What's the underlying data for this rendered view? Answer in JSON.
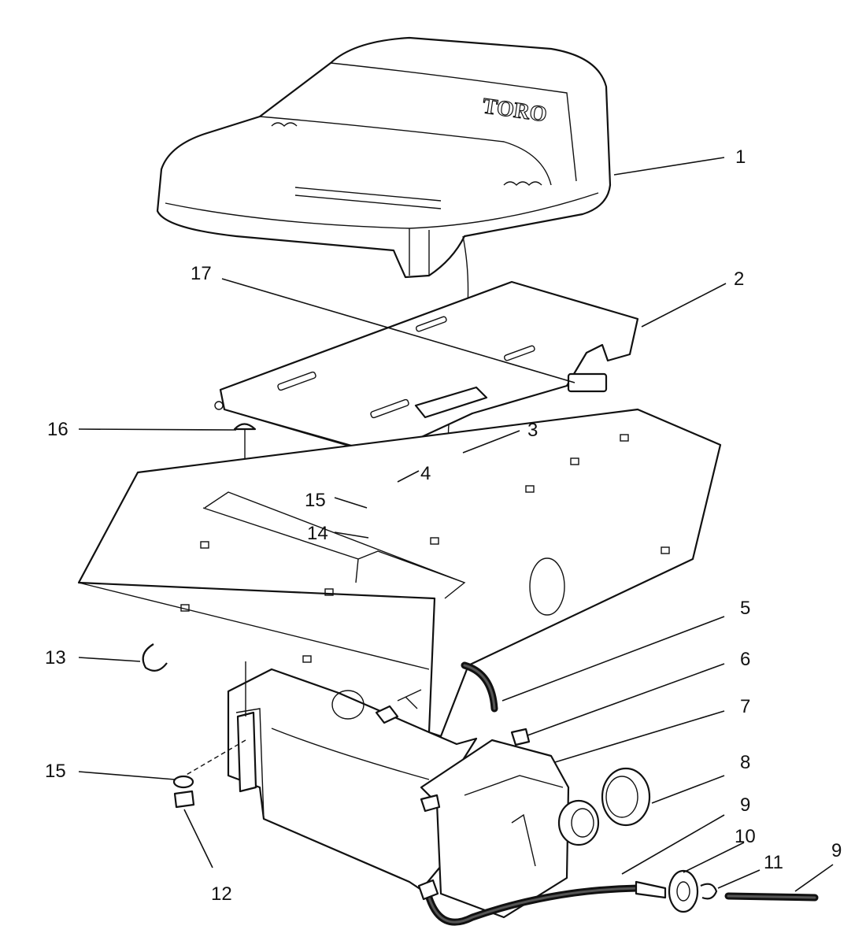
{
  "brand": "TORO",
  "callouts": [
    {
      "id": "1",
      "label": "1"
    },
    {
      "id": "2",
      "label": "2"
    },
    {
      "id": "3",
      "label": "3"
    },
    {
      "id": "4",
      "label": "4"
    },
    {
      "id": "5",
      "label": "5"
    },
    {
      "id": "6",
      "label": "6"
    },
    {
      "id": "7",
      "label": "7"
    },
    {
      "id": "8",
      "label": "8"
    },
    {
      "id": "9a",
      "label": "9"
    },
    {
      "id": "9b",
      "label": "9"
    },
    {
      "id": "10",
      "label": "10"
    },
    {
      "id": "11",
      "label": "11"
    },
    {
      "id": "12",
      "label": "12"
    },
    {
      "id": "13",
      "label": "13"
    },
    {
      "id": "14",
      "label": "14"
    },
    {
      "id": "15a",
      "label": "15"
    },
    {
      "id": "15b",
      "label": "15"
    },
    {
      "id": "16",
      "label": "16"
    },
    {
      "id": "17",
      "label": "17"
    }
  ]
}
